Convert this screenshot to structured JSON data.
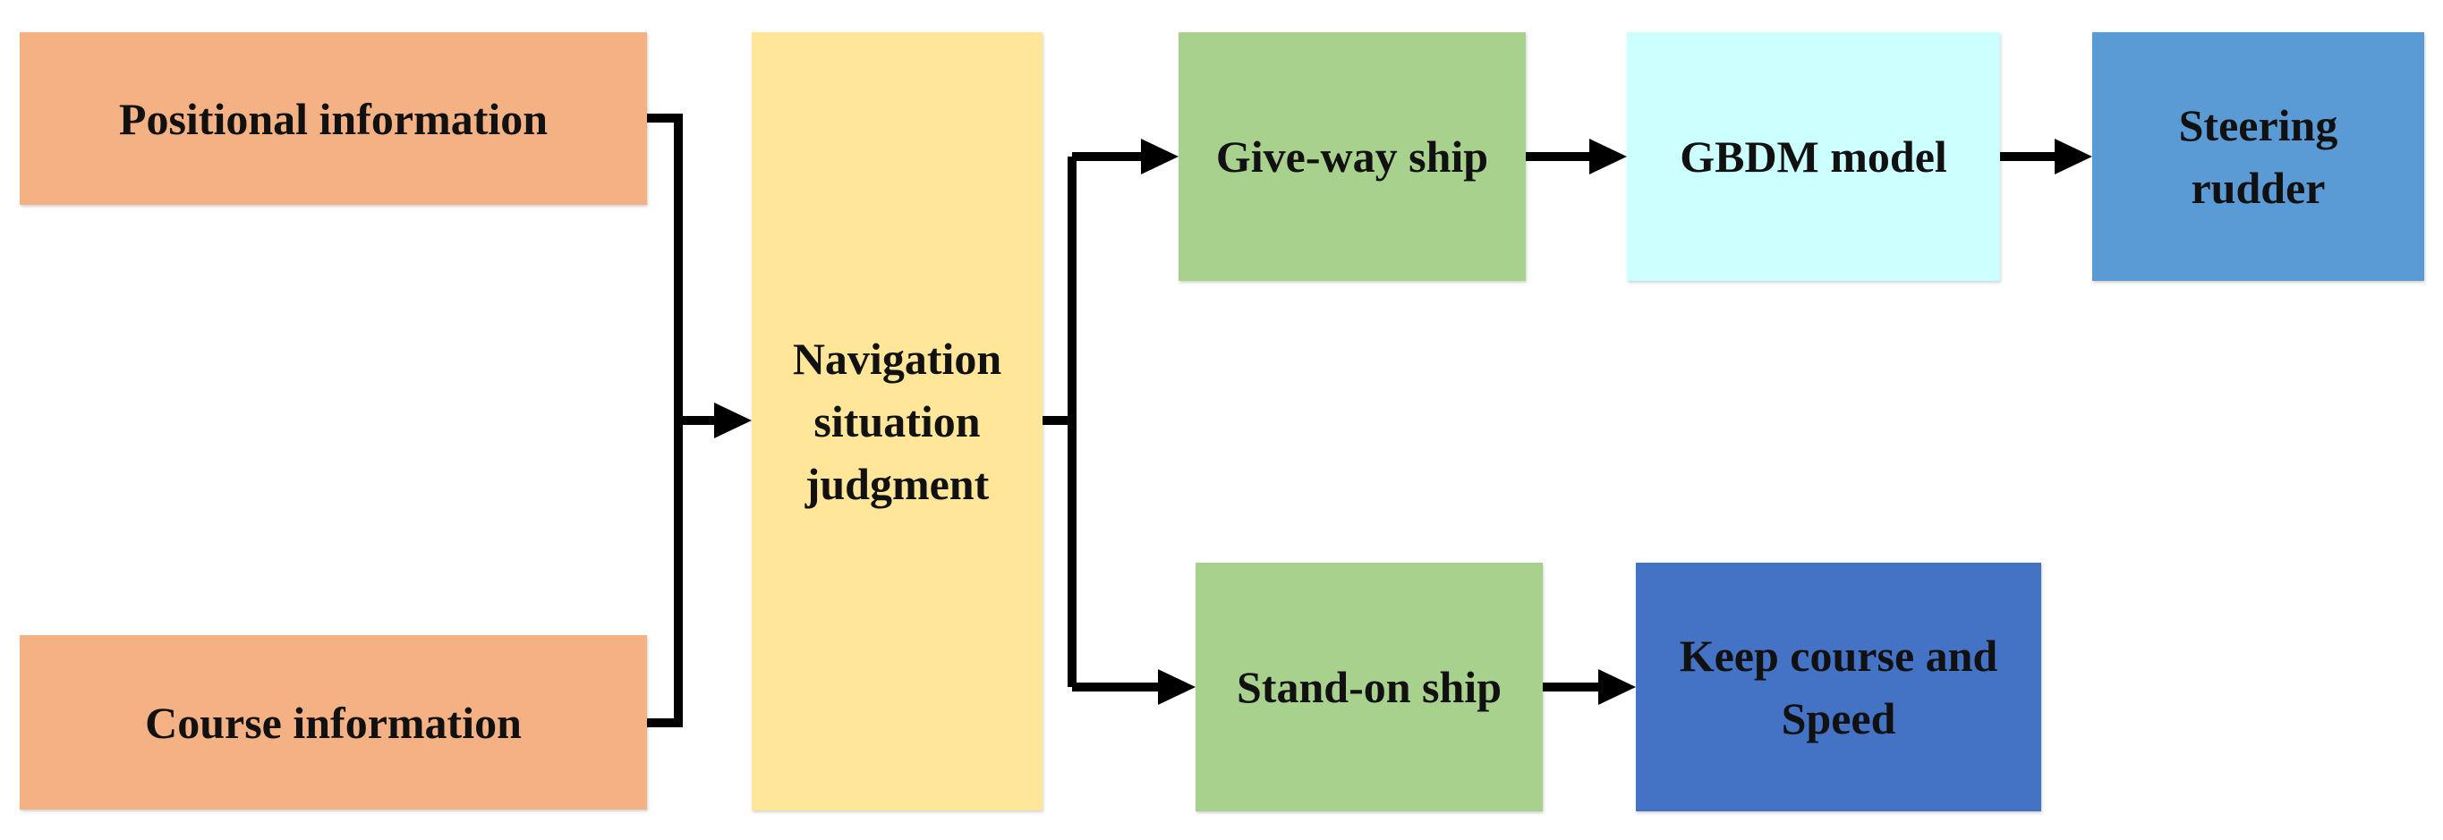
{
  "diagram": {
    "nodes": {
      "positional": {
        "label": "Positional information",
        "color": "#F4B183"
      },
      "course": {
        "label": "Course information",
        "color": "#F4B183"
      },
      "navigation": {
        "label": "Navigation\nsituation\njudgment",
        "color": "#FFE699"
      },
      "giveway": {
        "label": "Give-way ship",
        "color": "#A9D18E"
      },
      "gbdm": {
        "label": "GBDM model",
        "color": "#CCFFFF"
      },
      "steering": {
        "label": "Steering\nrudder",
        "color": "#5B9BD5"
      },
      "standon": {
        "label": "Stand-on ship",
        "color": "#A9D18E"
      },
      "keep": {
        "label": "Keep course and\nSpeed",
        "color": "#4472C4"
      }
    },
    "edges": [
      {
        "from": "positional",
        "to": "navigation"
      },
      {
        "from": "course",
        "to": "navigation"
      },
      {
        "from": "navigation",
        "to": "giveway"
      },
      {
        "from": "navigation",
        "to": "standon"
      },
      {
        "from": "giveway",
        "to": "gbdm"
      },
      {
        "from": "gbdm",
        "to": "steering"
      },
      {
        "from": "standon",
        "to": "keep"
      }
    ]
  }
}
